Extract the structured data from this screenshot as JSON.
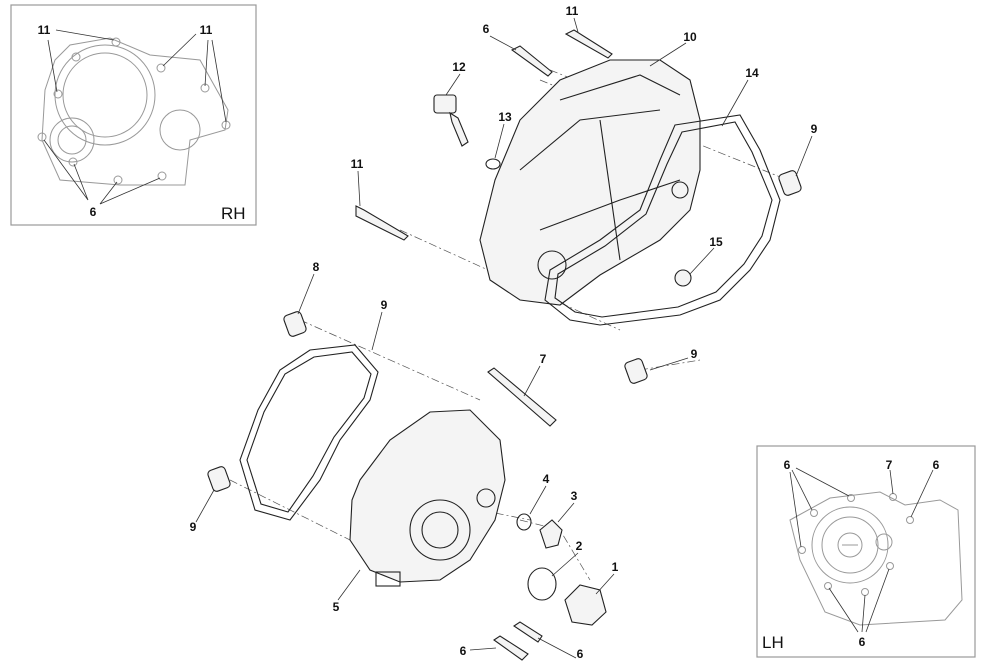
{
  "diagram": {
    "callouts": [
      "11",
      "6",
      "10",
      "12",
      "14",
      "13",
      "9",
      "11",
      "15",
      "8",
      "9",
      "9",
      "7",
      "4",
      "3",
      "2",
      "1",
      "9",
      "5",
      "6",
      "6"
    ],
    "rh_inset": {
      "tag": "RH",
      "callouts": [
        "11",
        "11",
        "6"
      ]
    },
    "lh_inset": {
      "tag": "LH",
      "callouts": [
        "6",
        "7",
        "6",
        "6"
      ]
    }
  }
}
